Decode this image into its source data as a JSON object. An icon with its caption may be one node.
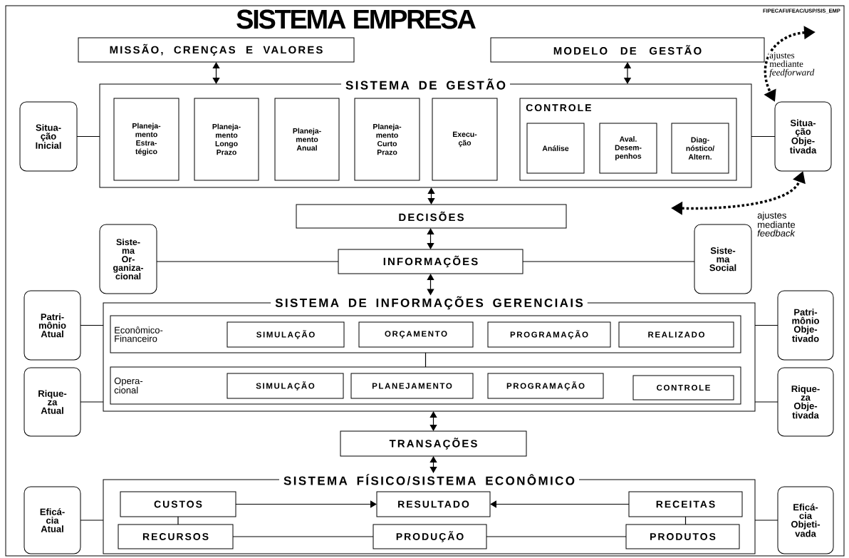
{
  "diagram": {
    "title": "SISTEMA EMPRESA",
    "nodes": [
      {
        "text": [
          "MISSÃO, CRENÇAS E VALORES"
        ]
      },
      {
        "text": [
          "MODELO DE GESTÃO"
        ]
      },
      {
        "text": [
          "SISTEMA DE GESTÃO"
        ]
      },
      {
        "text": [
          "Situa- ção Inicial"
        ]
      },
      {
        "text": [
          "Planeja- mento Estra- tégico"
        ],
        "in": 2
      },
      {
        "text": [
          "Planeja- mento Longo Prazo"
        ],
        "in": 2
      },
      {
        "text": [
          "Planeja- mento Anual"
        ],
        "in": 2
      },
      {
        "text": [
          "Planeja- mento Curto Prazo"
        ],
        "in": 2
      },
      {
        "text": [
          "Execu- ção"
        ],
        "in": 2
      },
      {
        "text": [
          "CONTROLE"
        ],
        "in": 2
      },
      {
        "text": [
          "Análise"
        ],
        "in": 9
      },
      {
        "text": [
          "Aval. Desem- penhos"
        ],
        "in": 9
      },
      {
        "text": [
          "Diag- nóstico/ Altern."
        ],
        "in": 9
      },
      {
        "text": [
          "Situa- ção Obje- tivada"
        ]
      },
      {
        "text": [
          "DECISÕES"
        ]
      },
      {
        "text": [
          "INFORMAÇÕES"
        ]
      },
      {
        "text": [
          "Siste- ma Or- ganiza- cional"
        ]
      },
      {
        "text": [
          "Siste- ma Social"
        ]
      },
      {
        "text": [
          "SISTEMA DE INFORMAÇÕES GERENCIAIS"
        ]
      },
      {
        "text": [
          "Econômico- Financeiro"
        ],
        "in": 18
      },
      {
        "text": [
          "SIMULAÇÃO"
        ],
        "in": 19
      },
      {
        "text": [
          "ORÇAMENTO"
        ],
        "in": 19
      },
      {
        "text": [
          "PROGRAMAÇÃO"
        ],
        "in": 19
      },
      {
        "text": [
          "REALIZADO"
        ],
        "in": 19
      },
      {
        "text": [
          "Opera- cional"
        ],
        "in": 18
      },
      {
        "text": [
          "SIMULAÇÃO"
        ],
        "in": 24
      },
      {
        "text": [
          "PLANEJAMENTO"
        ],
        "in": 24
      },
      {
        "text": [
          "PROGRAMAÇÃO"
        ],
        "in": 24
      },
      {
        "text": [
          "CONTROLE"
        ],
        "in": 24
      },
      {
        "text": [
          "Patri- mônio Atual"
        ]
      },
      {
        "text": [
          "Rique- za Atual"
        ]
      },
      {
        "text": [
          "Patri- mônio Obje- tivado"
        ]
      },
      {
        "text": [
          "Rique- za Obje- tivada"
        ]
      },
      {
        "text": [
          "TRANSAÇÕES"
        ]
      },
      {
        "text": [
          "SISTEMA FÍSICO/SISTEMA ECONÔMICO"
        ]
      },
      {
        "text": [
          "CUSTOS"
        ],
        "in": 34
      },
      {
        "text": [
          "RESULTADO"
        ],
        "in": 34
      },
      {
        "text": [
          "RECEITAS"
        ],
        "in": 34
      },
      {
        "text": [
          "RECURSOS"
        ],
        "in": 34
      },
      {
        "text": [
          "PRODUÇÃO"
        ],
        "in": 34
      },
      {
        "text": [
          "PRODUTOS"
        ],
        "in": 34
      },
      {
        "text": [
          "Eficá- cia Atual"
        ]
      },
      {
        "text": [
          "Eficá- cia Objeti- vada"
        ]
      }
    ],
    "edges": [
      {
        "from": 0,
        "to": 2,
        "arrow": "both"
      },
      {
        "from": 1,
        "to": 2,
        "arrow": "both"
      },
      {
        "from": 3,
        "to": 2,
        "arrow": "none"
      },
      {
        "from": 13,
        "to": 2,
        "arrow": "none"
      },
      {
        "from": 2,
        "to": 14,
        "arrow": "both"
      },
      {
        "from": 14,
        "to": 15,
        "arrow": "both"
      },
      {
        "from": 16,
        "to": 15,
        "arrow": "none"
      },
      {
        "from": 17,
        "to": 15,
        "arrow": "none"
      },
      {
        "from": 15,
        "to": 18,
        "arrow": "both"
      },
      {
        "from": 29,
        "to": 18,
        "arrow": "none"
      },
      {
        "from": 30,
        "to": 18,
        "arrow": "none"
      },
      {
        "from": 31,
        "to": 18,
        "arrow": "none"
      },
      {
        "from": 32,
        "to": 18,
        "arrow": "none"
      },
      {
        "from": 19,
        "to": 24,
        "arrow": "none"
      },
      {
        "from": 18,
        "to": 33,
        "arrow": "both"
      },
      {
        "from": 33,
        "to": 34,
        "arrow": "both"
      },
      {
        "from": 41,
        "to": 34,
        "arrow": "none"
      },
      {
        "from": 42,
        "to": 34,
        "arrow": "none"
      },
      {
        "from": 35,
        "to": 36,
        "arrow": "to"
      },
      {
        "from": 37,
        "to": 36,
        "arrow": "to"
      },
      {
        "from": 35,
        "to": 38,
        "arrow": "none"
      },
      {
        "from": 38,
        "to": 39,
        "arrow": "none"
      },
      {
        "from": 39,
        "to": 40,
        "arrow": "none"
      },
      {
        "from": 37,
        "to": 40,
        "arrow": "none"
      },
      {
        "from": null,
        "to": 13,
        "arrow": "both",
        "style": "dashed",
        "label": "ajustes mediante *feedforward*"
      },
      {
        "from": null,
        "to": 13,
        "arrow": "both",
        "style": "dashed",
        "label": "ajustes mediante *feedback*"
      }
    ],
    "labels": [
      "FIPECAFI/FEAC/USP/SIS_EMP"
    ]
  }
}
